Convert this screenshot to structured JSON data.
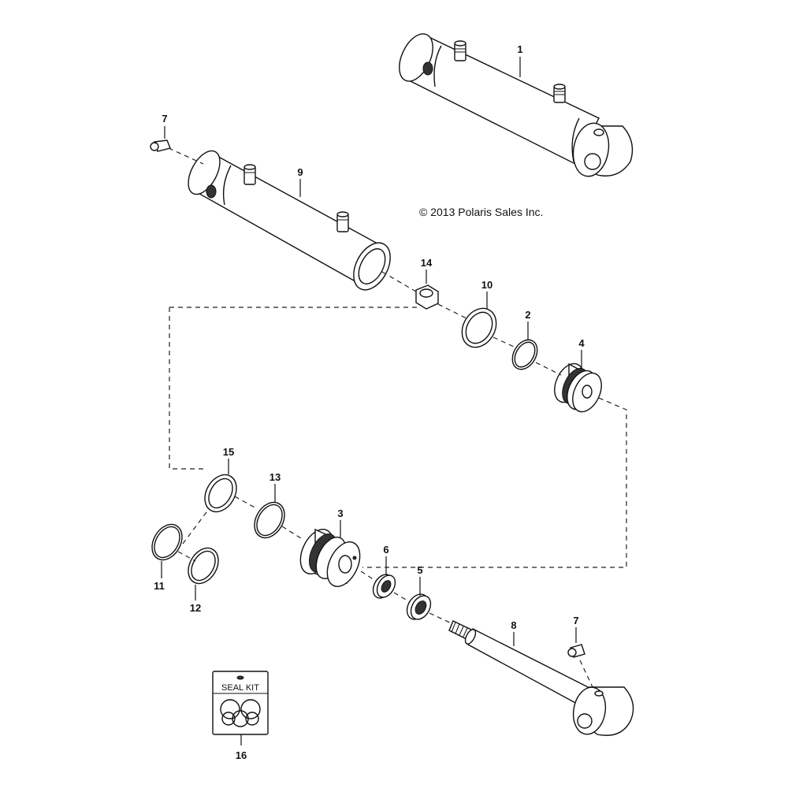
{
  "copyright": "© 2013 Polaris Sales Inc.",
  "seal_kit_label": "SEAL KIT",
  "callouts": {
    "c1": "1",
    "c2": "2",
    "c3": "3",
    "c4": "4",
    "c5": "5",
    "c6": "6",
    "c7a": "7",
    "c7b": "7",
    "c8": "8",
    "c9": "9",
    "c10": "10",
    "c11": "11",
    "c12": "12",
    "c13": "13",
    "c14": "14",
    "c15": "15",
    "c16": "16"
  },
  "parts": [
    {
      "ref": "1",
      "name": "cylinder-assembly"
    },
    {
      "ref": "2",
      "name": "o-ring"
    },
    {
      "ref": "3",
      "name": "gland"
    },
    {
      "ref": "4",
      "name": "piston"
    },
    {
      "ref": "5",
      "name": "wiper-seal"
    },
    {
      "ref": "6",
      "name": "rod-seal"
    },
    {
      "ref": "7",
      "name": "grease-fitting"
    },
    {
      "ref": "8",
      "name": "rod"
    },
    {
      "ref": "9",
      "name": "barrel"
    },
    {
      "ref": "10",
      "name": "piston-seal"
    },
    {
      "ref": "11",
      "name": "o-ring"
    },
    {
      "ref": "12",
      "name": "backup-ring"
    },
    {
      "ref": "13",
      "name": "o-ring"
    },
    {
      "ref": "14",
      "name": "nut"
    },
    {
      "ref": "15",
      "name": "backup-ring"
    },
    {
      "ref": "16",
      "name": "seal-kit"
    }
  ]
}
